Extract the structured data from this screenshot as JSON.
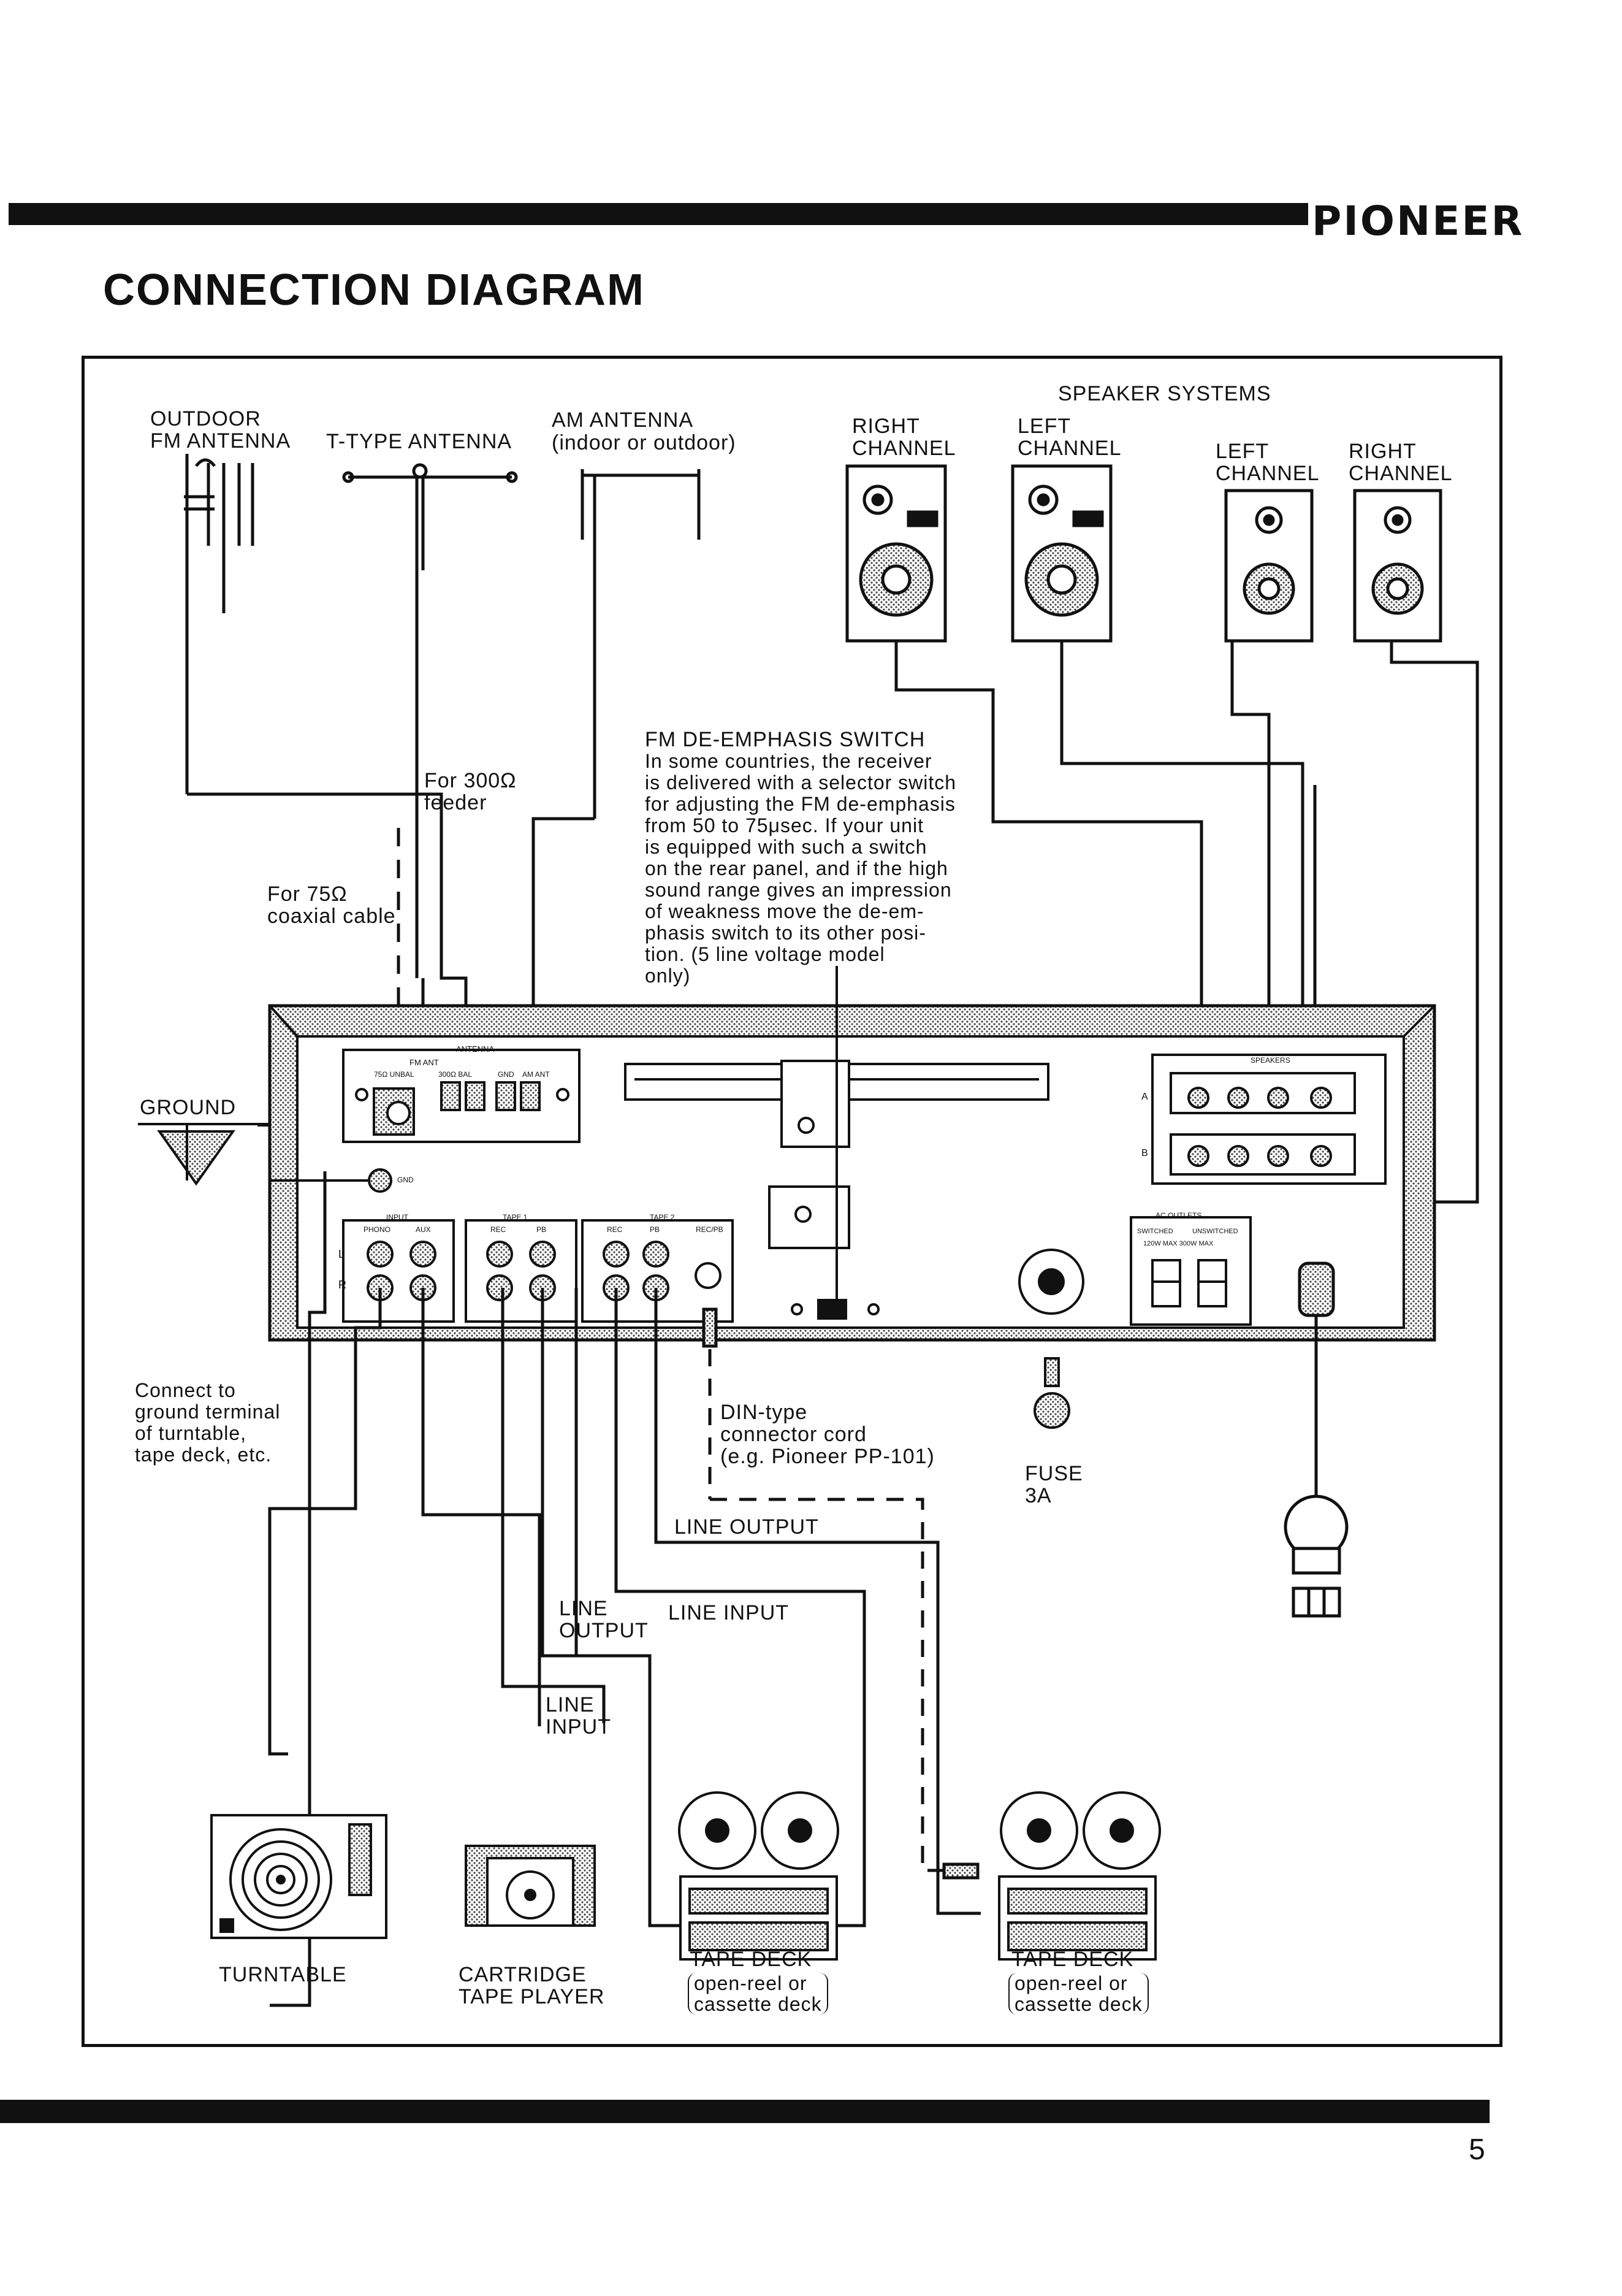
{
  "brand": "PIONEER",
  "title": "CONNECTION DIAGRAM",
  "page_number": "5",
  "antennas": {
    "outdoor_fm": "OUTDOOR\nFM ANTENNA",
    "t_type": "T-TYPE ANTENNA",
    "am": "AM ANTENNA",
    "am_note": "(indoor or outdoor)",
    "feeder_300": "For 300Ω\nfeeder",
    "coax_75": "For 75Ω\ncoaxial cable"
  },
  "speakers": {
    "header": "SPEAKER SYSTEMS",
    "right_1": "RIGHT\nCHANNEL",
    "left_1": "LEFT\nCHANNEL",
    "left_2": "LEFT\nCHANNEL",
    "right_2": "RIGHT\nCHANNEL"
  },
  "deemphasis": {
    "heading": "FM DE-EMPHASIS SWITCH",
    "body": "In some countries, the receiver\nis delivered with a selector switch\nfor adjusting the FM de-emphasis\nfrom 50 to 75μsec. If your unit\nis equipped with such a switch\non the rear panel, and if the high\nsound range gives an impression\nof weakness move the de-em-\nphasis switch to its other posi-\ntion. (5 line voltage model\nonly)"
  },
  "ground": {
    "label": "GROUND",
    "note": "Connect to\nground terminal\nof turntable,\ntape deck, etc."
  },
  "panel": {
    "antenna_header": "ANTENNA",
    "fm_ant": "FM ANT",
    "ohm75": "75Ω UNBAL",
    "ohm300": "300Ω BAL",
    "gnd": "GND",
    "am_ant": "AM ANT",
    "gnd_small": "GND",
    "input": "INPUT",
    "phono": "PHONO",
    "aux": "AUX",
    "tape1": "TAPE 1",
    "tape2": "TAPE 2",
    "rec": "REC",
    "pb": "PB",
    "recpb": "REC/PB",
    "speakers": "SPEAKERS",
    "spk_a": "A",
    "spk_b": "B",
    "ac_outlets": "AC OUTLETS",
    "switched": "SWITCHED",
    "unswitched": "UNSWITCHED",
    "ratings": "120W MAX  300W MAX",
    "L": "L",
    "R": "R"
  },
  "din": {
    "label": "DIN-type\nconnector cord\n(e.g. Pioneer PP-101)"
  },
  "fuse": "FUSE\n3A",
  "connections": {
    "line_output_1": "LINE OUTPUT",
    "line_output_2": "LINE\nOUTPUT",
    "line_input_1": "LINE INPUT",
    "line_input_2": "LINE\nINPUT"
  },
  "devices": {
    "turntable": "TURNTABLE",
    "cartridge": "CARTRIDGE\nTAPE PLAYER",
    "tape_deck_1": "TAPE DECK",
    "tape_deck_1_note": "open-reel or\ncassette deck",
    "tape_deck_2": "TAPE DECK",
    "tape_deck_2_note": "open-reel or\ncassette deck"
  }
}
